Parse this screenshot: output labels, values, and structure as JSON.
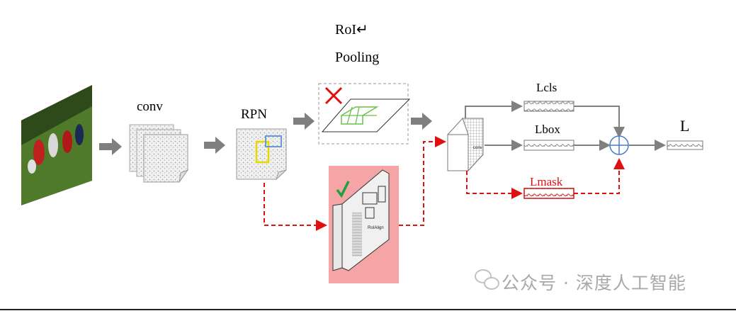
{
  "roi_pooling": {
    "line1": "RoI↵",
    "line2": "Pooling"
  },
  "labels": {
    "conv": "conv",
    "rpn": "RPN",
    "l_cls": "Lcls",
    "l_box": "Lbox",
    "l_mask": "Lmask",
    "l_total": "L",
    "small_conv": "conv",
    "roialign": "RoIAlign"
  },
  "watermark": "公众号 · 深度人工智能",
  "colors": {
    "accent_red": "#e01010",
    "arrow_gray": "#808080",
    "roialign_bg": "#f5a5a5",
    "check_green": "#1aa33a"
  }
}
